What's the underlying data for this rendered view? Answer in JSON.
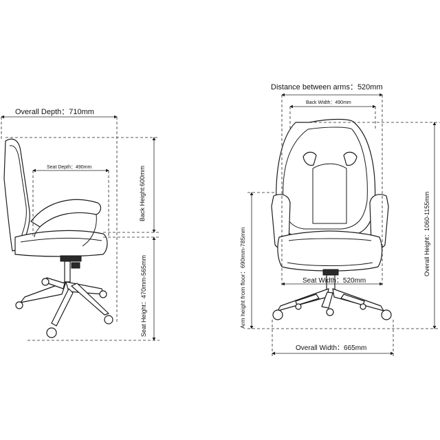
{
  "side_view": {
    "overall_depth": "Overall Depth：710mm",
    "seat_depth": "Seat Depth：490mm",
    "back_height": "Back Height:600mm",
    "seat_height": "Seat Height：470mm-565mm"
  },
  "front_view": {
    "distance_between_arms": "Distance between arms：520mm",
    "back_width": "Back Width：490mm",
    "overall_height": "Overall Height：1060-1155mm",
    "arm_height": "Arm height from floor：690mm-785mm",
    "seat_width": "Seat Width：520mm",
    "overall_width": "Overall Width：665mm"
  }
}
